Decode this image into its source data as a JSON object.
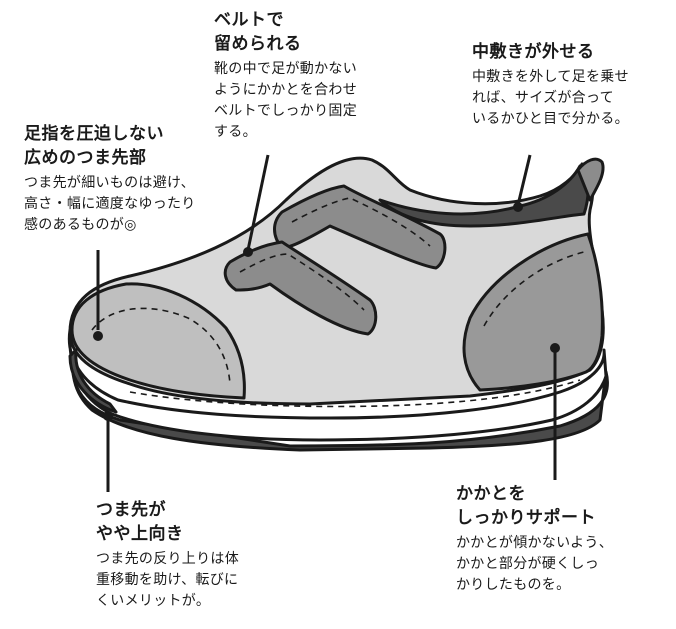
{
  "callouts": {
    "belt": {
      "title": "ベルトで\n留められる",
      "desc": "靴の中で足が動かない\nようにかかとを合わせ\nベルトでしっかり固定\nする。"
    },
    "insole": {
      "title": "中敷きが外せる",
      "desc": "中敷きを外して足を乗せ\nれば、サイズが合って\nいるかひと目で分かる。"
    },
    "toebox": {
      "title": "足指を圧迫しない\n広めのつま先部",
      "desc": "つま先が細いものは避け、\n高さ・幅に適度なゆったり\n感のあるものが◎"
    },
    "toespring": {
      "title": "つま先が\nやや上向き",
      "desc": "つま先の反り上りは体\n重移動を助け、転びに\nくいメリットが。"
    },
    "heel": {
      "title": "かかとを\nしっかりサポート",
      "desc": "かかとが傾かないよう、\nかかと部分が硬くしっ\nかりしたものを。"
    }
  },
  "colors": {
    "outline": "#1a1a1a",
    "upper": "#d9d9d9",
    "strap": "#8c8c8c",
    "sole_dark": "#4a4a4a",
    "heel_counter": "#999999",
    "toe_cap": "#bfbfbf"
  }
}
